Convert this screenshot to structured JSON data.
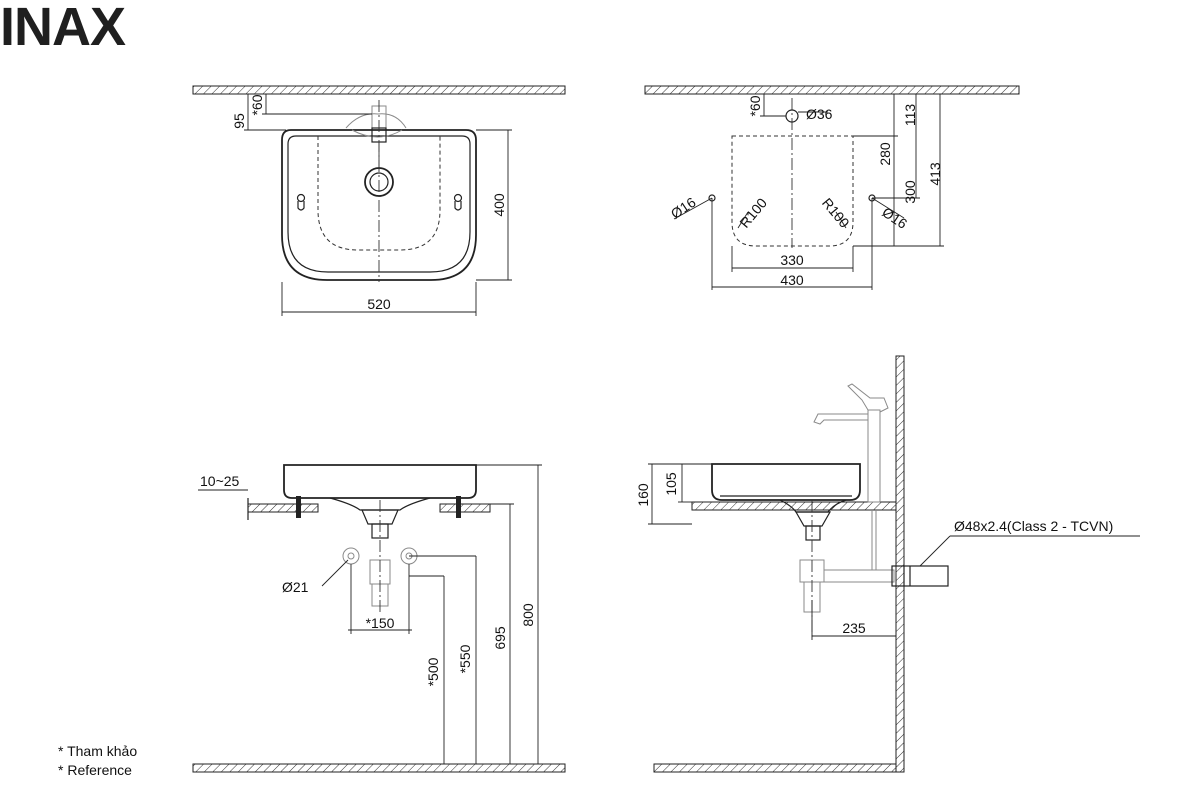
{
  "brand": {
    "logo_text": "INAX"
  },
  "notes": {
    "line1": "* Tham khảo",
    "line2": "* Reference"
  },
  "top_view": {
    "d_95": "95",
    "d_60": "*60",
    "d_400": "400",
    "d_520": "520"
  },
  "wall_view": {
    "d_60": "*60",
    "d_36": "Ø36",
    "d_113": "113",
    "d_280": "280",
    "d_300": "300",
    "d_413": "413",
    "d_16_left": "Ø16",
    "d_16_right": "Ø16",
    "r_left": "R100",
    "r_right": "R100",
    "d_330": "330",
    "d_430": "430"
  },
  "front_view": {
    "d_10_25": "10~25",
    "d_21": "Ø21",
    "d_150": "*150",
    "d_500": "*500",
    "d_550": "*550",
    "d_695": "695",
    "d_800": "800"
  },
  "side_view": {
    "d_160": "160",
    "d_105": "105",
    "d_pipe": "Ø48x2.4(Class 2 - TCVN)",
    "d_235": "235"
  },
  "colors": {
    "line": "#222222",
    "faucet": "#8a8a8a",
    "background": "#ffffff"
  }
}
